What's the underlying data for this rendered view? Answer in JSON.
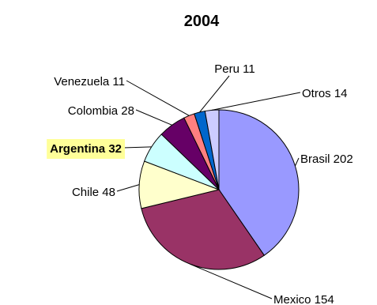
{
  "chart_data": {
    "type": "pie",
    "title": "2004",
    "slices": [
      {
        "label": "Brasil",
        "value": 202,
        "color": "#9999ff"
      },
      {
        "label": "Mexico",
        "value": 154,
        "color": "#993366"
      },
      {
        "label": "Chile",
        "value": 48,
        "color": "#ffffcc"
      },
      {
        "label": "Argentina",
        "value": 32,
        "color": "#ccffff",
        "highlight": true,
        "highlight_color": "#ffff99"
      },
      {
        "label": "Colombia",
        "value": 28,
        "color": "#660066"
      },
      {
        "label": "Venezuela",
        "value": 11,
        "color": "#ff8080"
      },
      {
        "label": "Peru",
        "value": 11,
        "color": "#0066cc"
      },
      {
        "label": "Otros",
        "value": 14,
        "color": "#ccccff"
      }
    ],
    "start": "12 o'clock, clockwise",
    "legend": "none",
    "labels": "outside with leader lines"
  }
}
